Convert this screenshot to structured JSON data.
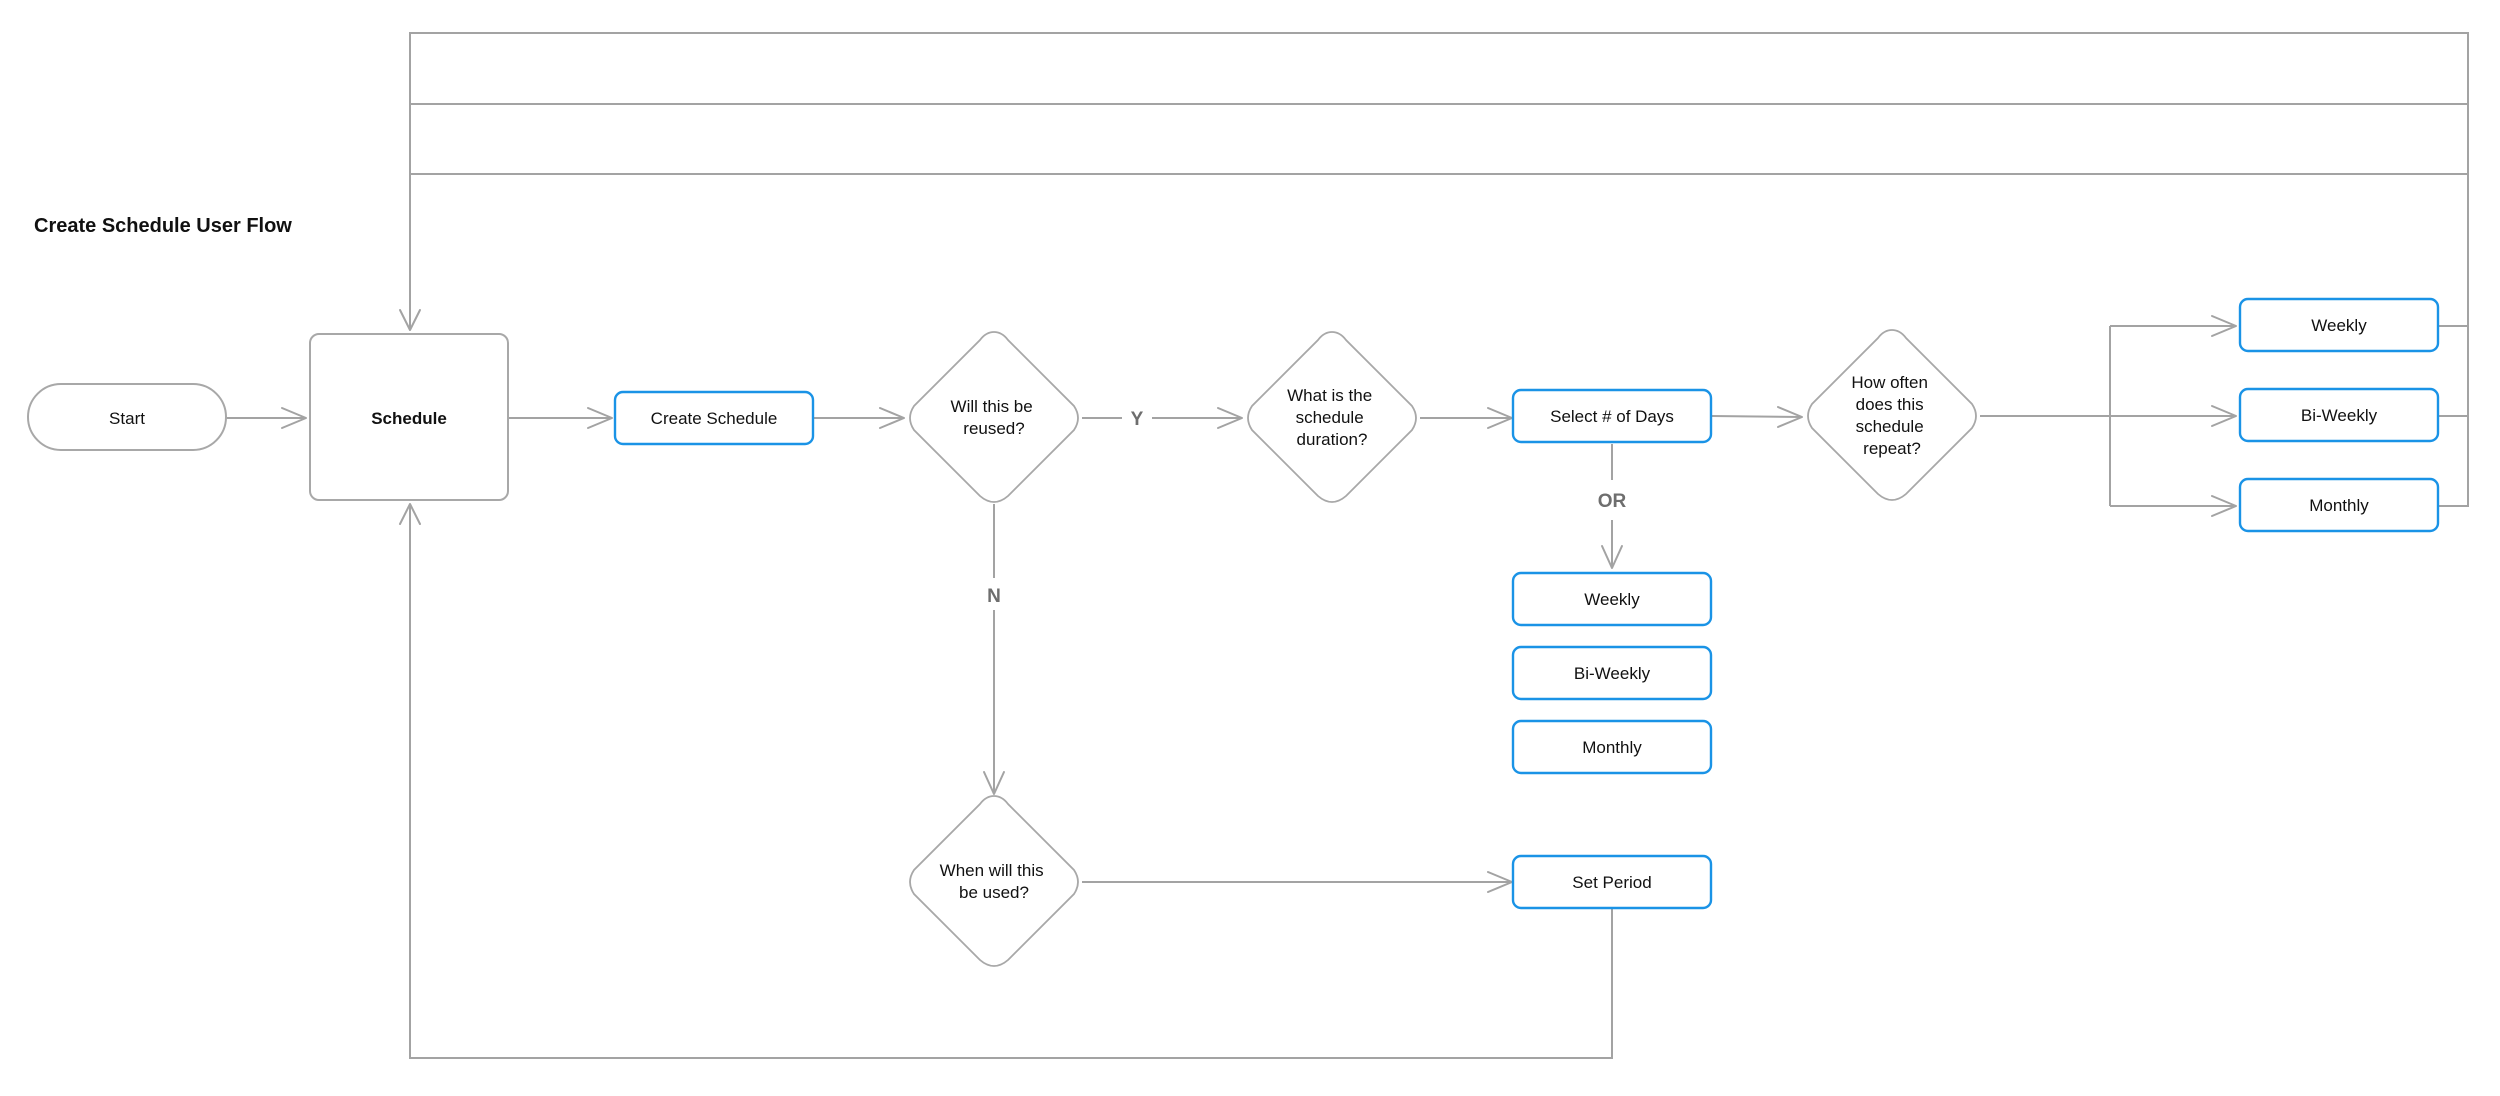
{
  "title": "Create Schedule User Flow",
  "nodes": {
    "start": "Start",
    "schedule": "Schedule",
    "create_schedule": "Create Schedule",
    "reused_question": [
      "Will this be",
      "reused?"
    ],
    "duration_question": [
      "What is the",
      "schedule",
      "duration?"
    ],
    "select_days": "Select # of Days",
    "repeat_question": [
      "How often",
      "does this",
      "schedule",
      "repeat?"
    ],
    "repeat_weekly": "Weekly",
    "repeat_biweekly": "Bi-Weekly",
    "repeat_monthly": "Monthly",
    "duration_weekly": "Weekly",
    "duration_biweekly": "Bi-Weekly",
    "duration_monthly": "Monthly",
    "when_question": [
      "When will this",
      "be used?"
    ],
    "set_period": "Set Period"
  },
  "edge_labels": {
    "yes": "Y",
    "no": "N",
    "or": "OR"
  },
  "colors": {
    "action_border": "#1a93e6",
    "connector": "#a3a3a3",
    "text": "#111111"
  }
}
